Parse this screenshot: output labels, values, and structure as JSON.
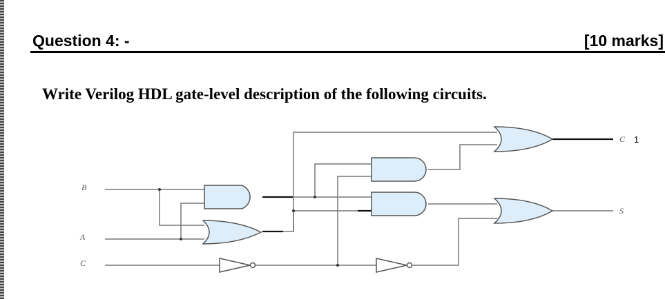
{
  "question": {
    "title": "Question 4: -",
    "marks": "[10 marks]"
  },
  "instruction": "Write Verilog HDL gate-level description of the following circuits.",
  "circuit": {
    "inputs": [
      "B",
      "A",
      "C"
    ],
    "outputs": {
      "carry_letter": "C",
      "carry_subscript": "1",
      "sum": "S"
    },
    "gate_fill": "#ddeefa",
    "wire_color": "#777777"
  }
}
